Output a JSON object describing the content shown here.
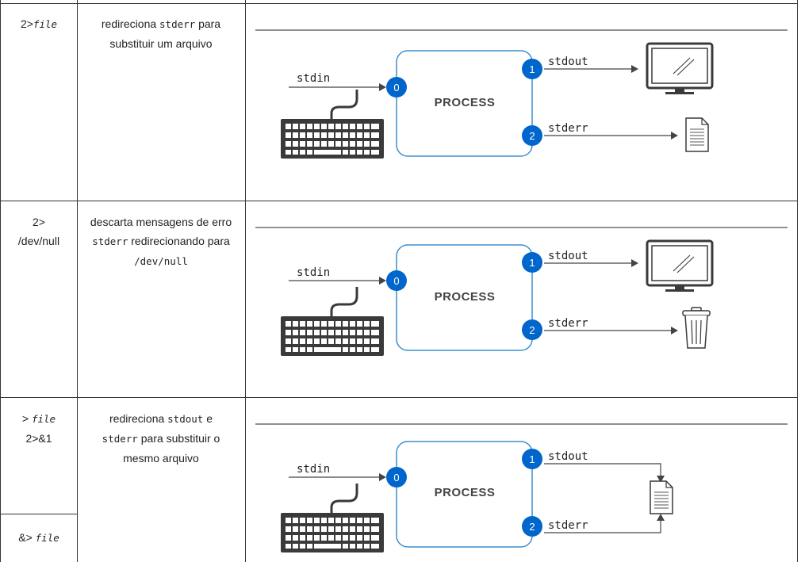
{
  "rows": [
    {
      "syntax": [
        {
          "op": "2>",
          "file": "file"
        }
      ],
      "description": [
        {
          "text": "redireciona ",
          "mono": false
        },
        {
          "text": "stderr",
          "mono": true
        },
        {
          "text": " para substituir um arquivo",
          "mono": false
        }
      ],
      "diagram": {
        "process": "PROCESS",
        "stdin": "stdin",
        "stdout": "stdout",
        "stderr": "stderr",
        "fd0": "0",
        "fd1": "1",
        "fd2": "2",
        "stdout_target": "monitor-icon",
        "stderr_target": "file-icon"
      }
    },
    {
      "syntax": [
        {
          "op": "2>",
          "op2": "/dev/null"
        }
      ],
      "description": [
        {
          "text": "descarta mensagens de erro ",
          "mono": false
        },
        {
          "text": "stderr",
          "mono": true
        },
        {
          "text": " redirecionando para ",
          "mono": false
        },
        {
          "text": "/dev/null",
          "mono": true
        }
      ],
      "diagram": {
        "process": "PROCESS",
        "stdin": "stdin",
        "stdout": "stdout",
        "stderr": "stderr",
        "fd0": "0",
        "fd1": "1",
        "fd2": "2",
        "stdout_target": "monitor-icon",
        "stderr_target": "trash-icon"
      }
    },
    {
      "syntax": [
        {
          "op": "> ",
          "file": "file",
          "suffix": "2>&1"
        },
        {
          "op": "&> ",
          "file": "file"
        }
      ],
      "description": [
        {
          "text": "redireciona ",
          "mono": false
        },
        {
          "text": "stdout",
          "mono": true
        },
        {
          "text": " e ",
          "mono": false
        },
        {
          "text": "stderr",
          "mono": true
        },
        {
          "text": " para substituir o mesmo arquivo",
          "mono": false
        }
      ],
      "diagram": {
        "process": "PROCESS",
        "stdin": "stdin",
        "stdout": "stdout",
        "stderr": "stderr",
        "fd0": "0",
        "fd1": "1",
        "fd2": "2",
        "stdout_target": "file-icon",
        "stderr_target": "file-icon"
      }
    }
  ],
  "colors": {
    "accent": "#0066cc",
    "border": "#333333",
    "process_border": "#3a8fd1",
    "icon": "#444444"
  }
}
